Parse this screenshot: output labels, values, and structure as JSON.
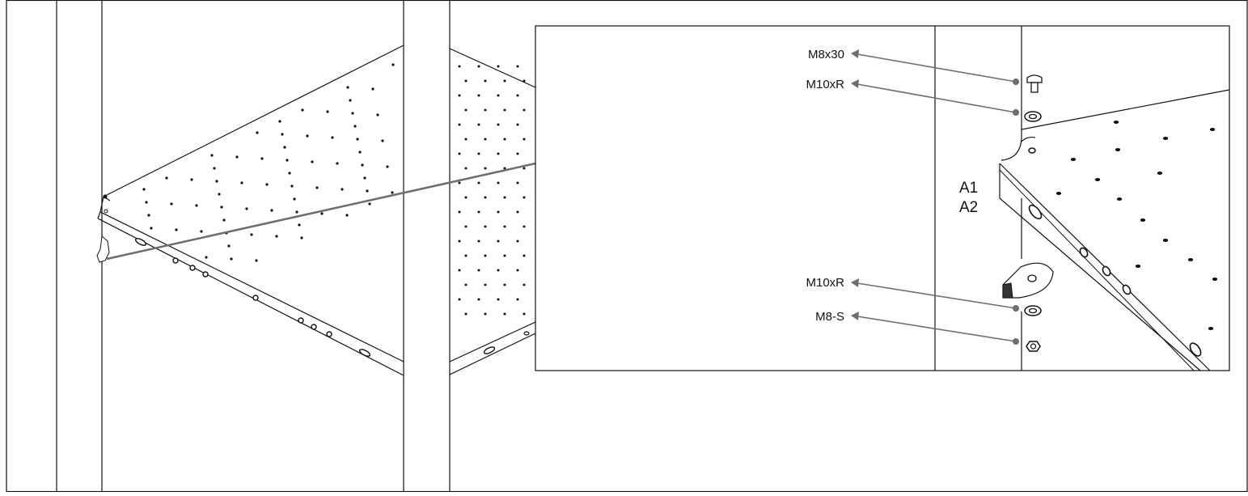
{
  "callouts": [
    {
      "id": "m8x30",
      "text": "M8x30"
    },
    {
      "id": "m10xr-top",
      "text": "M10xR"
    },
    {
      "id": "m10xr-bottom",
      "text": "M10xR"
    },
    {
      "id": "m8s",
      "text": "M8-S"
    }
  ],
  "part_labels": [
    "A1",
    "A2"
  ],
  "colors": {
    "line": "#111111",
    "leader": "#6e6e6e",
    "background": "#ffffff"
  },
  "parts": {
    "bolt": "M8x30 bolt",
    "washer": "M10xR washer",
    "nut": "M8-S nut",
    "clip": "shelf support clip"
  }
}
